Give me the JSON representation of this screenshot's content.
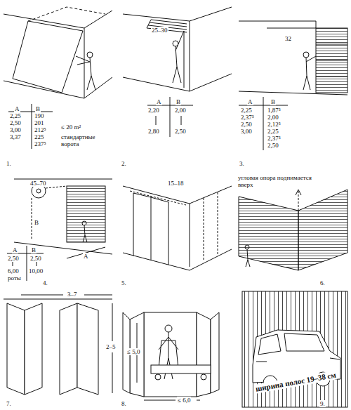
{
  "diagram": {
    "labels": [
      "A",
      "B",
      "2,25",
      "190",
      "2,50",
      "201",
      "3,00",
      "212⁵",
      "3,37",
      "225",
      "237⁵",
      "≤ 20 m²",
      "стандартные ворота",
      "1.",
      "25–30",
      "A",
      "B",
      "2,20",
      "2,00",
      "2,80",
      "2,50",
      "2.",
      "32",
      "A",
      "B",
      "2,25",
      "1,87⁵",
      "2,37⁵",
      "2,00",
      "2,50",
      "2,12⁵",
      "3,00",
      "2,25",
      "2,37⁵",
      "2,50",
      "3.",
      "45–70",
      "B",
      "A",
      "A",
      "B",
      "2,50",
      "2,50",
      "6,00",
      "10,00",
      "роты",
      "4.",
      "15–18",
      "5.",
      "угловая опора поднимается вверх",
      "6.",
      "3–7",
      "2–5",
      "7.",
      "≤ 5,0",
      "≤ 6,0",
      "8.",
      "ширина полос 19–38 см",
      "9."
    ]
  }
}
